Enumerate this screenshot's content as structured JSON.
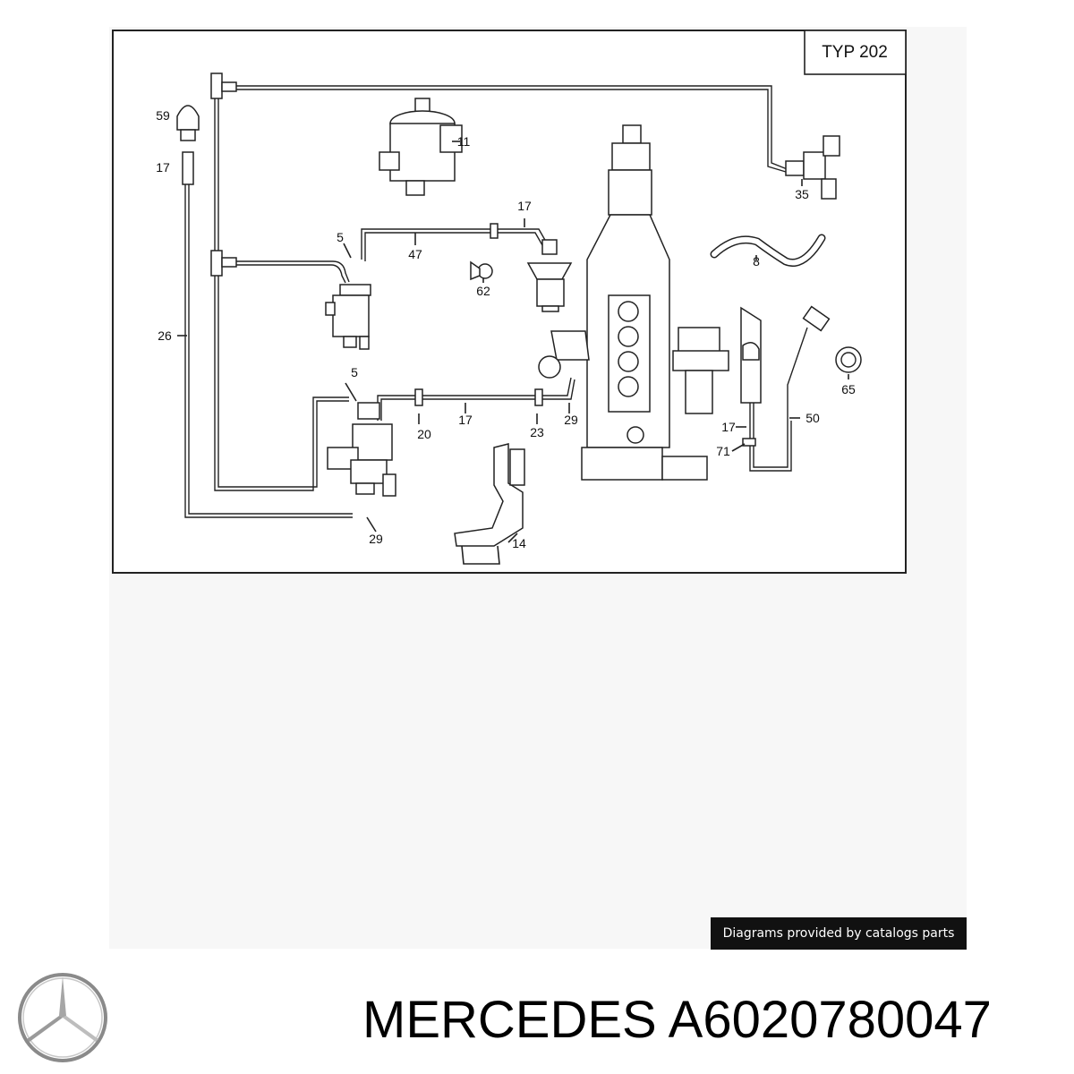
{
  "diagram": {
    "type_label": "TYP 202",
    "callouts": {
      "c59": "59",
      "c17_left": "17",
      "c11": "11",
      "c35": "35",
      "c5_top": "5",
      "c47": "47",
      "c17_top": "17",
      "c62": "62",
      "c8": "8",
      "c26": "26",
      "c5_bottom": "5",
      "c20": "20",
      "c17_mid": "17",
      "c23": "23",
      "c29_mid": "29",
      "c65": "65",
      "c17_right": "17",
      "c50": "50",
      "c71": "71",
      "c29_bottom": "29",
      "c14": "14"
    }
  },
  "credit": "Diagrams provided by catalogs parts",
  "brand": "MERCEDES",
  "part_number": "A6020780047",
  "logo_icon": "mercedes-star-icon"
}
